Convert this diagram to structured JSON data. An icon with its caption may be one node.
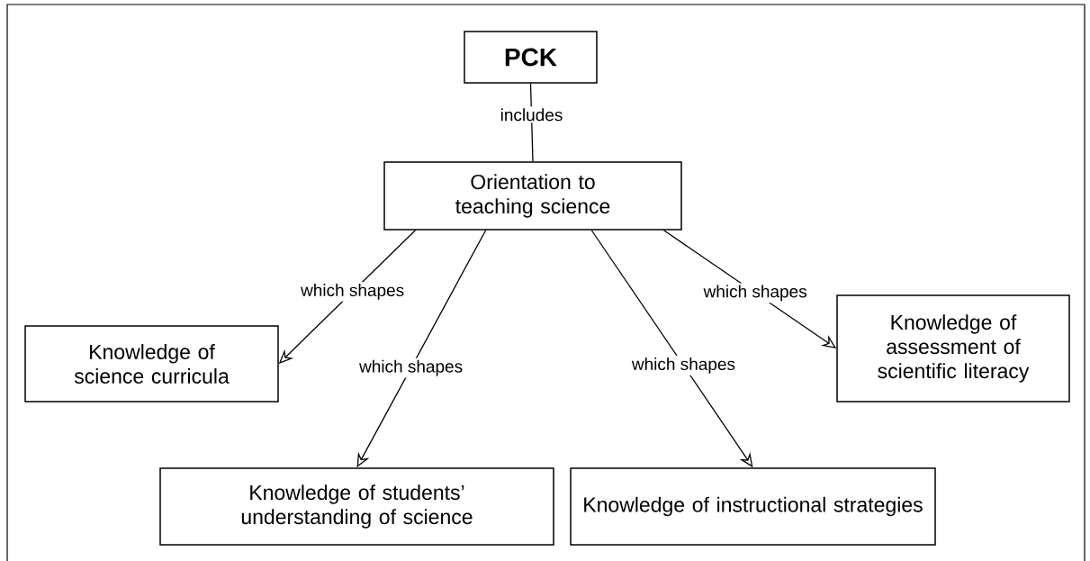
{
  "diagram": {
    "nodes": [
      {
        "text": [
          "PCK"
        ]
      },
      {
        "text": [
          "Orientation to teaching science"
        ]
      },
      {
        "text": [
          "Knowledge of science curricula"
        ]
      },
      {
        "text": [
          "Knowledge of students’ understanding of science"
        ]
      },
      {
        "text": [
          "Knowledge of instructional strategies"
        ]
      },
      {
        "text": [
          "Knowledge of assessment of scientific literacy"
        ]
      }
    ],
    "edges": [
      {
        "from": 0,
        "to": 1,
        "arrow": "none",
        "label": "includes"
      },
      {
        "from": 1,
        "to": 2,
        "arrow": "to",
        "label": "which shapes"
      },
      {
        "from": 1,
        "to": 3,
        "arrow": "to",
        "label": "which shapes"
      },
      {
        "from": 1,
        "to": 4,
        "arrow": "to",
        "label": "which shapes"
      },
      {
        "from": 1,
        "to": 5,
        "arrow": "to",
        "label": "which shapes"
      }
    ]
  }
}
